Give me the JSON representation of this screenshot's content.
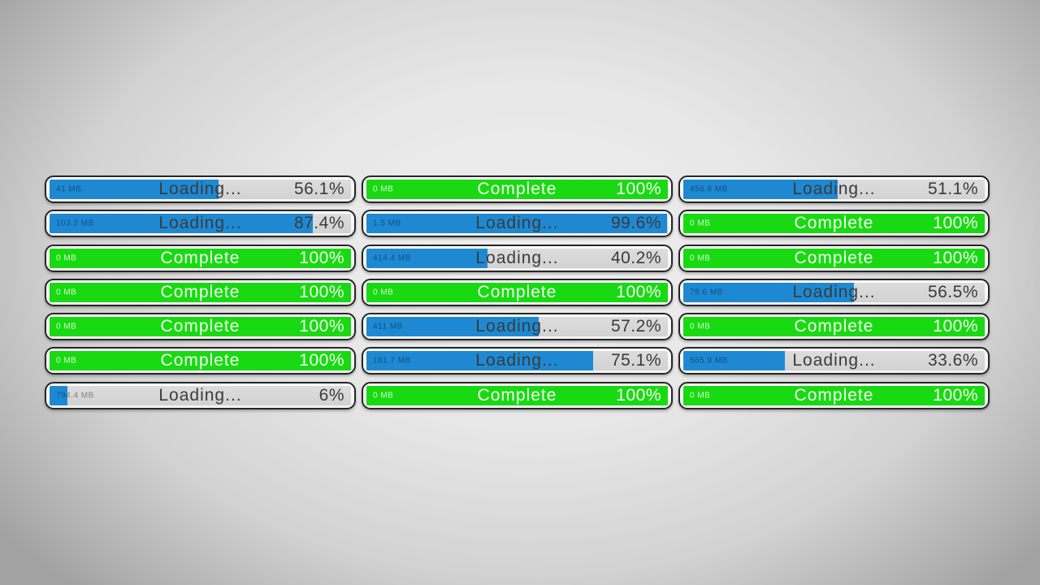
{
  "colors": {
    "loading_fill": "#1e89d2",
    "complete_fill": "#19da12",
    "track": "#d6d6d6",
    "outline": "#262626",
    "loading_text": "#3b3b3b",
    "complete_text": "#f6fff6"
  },
  "columns": [
    {
      "bars": [
        {
          "size": "41 MB",
          "status": "Loading...",
          "percent_text": "56.1%",
          "percent": 56.1,
          "state": "loading"
        },
        {
          "size": "103.2 MB",
          "status": "Loading...",
          "percent_text": "87.4%",
          "percent": 87.4,
          "state": "loading"
        },
        {
          "size": "0 MB",
          "status": "Complete",
          "percent_text": "100%",
          "percent": 100,
          "state": "complete"
        },
        {
          "size": "0 MB",
          "status": "Complete",
          "percent_text": "100%",
          "percent": 100,
          "state": "complete"
        },
        {
          "size": "0 MB",
          "status": "Complete",
          "percent_text": "100%",
          "percent": 100,
          "state": "complete"
        },
        {
          "size": "0 MB",
          "status": "Complete",
          "percent_text": "100%",
          "percent": 100,
          "state": "complete"
        },
        {
          "size": "794.4 MB",
          "status": "Loading...",
          "percent_text": "6%",
          "percent": 6,
          "state": "loading"
        }
      ]
    },
    {
      "bars": [
        {
          "size": "0 MB",
          "status": "Complete",
          "percent_text": "100%",
          "percent": 100,
          "state": "complete"
        },
        {
          "size": "1.5 MB",
          "status": "Loading...",
          "percent_text": "99.6%",
          "percent": 99.6,
          "state": "loading"
        },
        {
          "size": "414.4 MB",
          "status": "Loading...",
          "percent_text": "40.2%",
          "percent": 40.2,
          "state": "loading"
        },
        {
          "size": "0 MB",
          "status": "Complete",
          "percent_text": "100%",
          "percent": 100,
          "state": "complete"
        },
        {
          "size": "411 MB",
          "status": "Loading...",
          "percent_text": "57.2%",
          "percent": 57.2,
          "state": "loading"
        },
        {
          "size": "181.7 MB",
          "status": "Loading...",
          "percent_text": "75.1%",
          "percent": 75.1,
          "state": "loading"
        },
        {
          "size": "0 MB",
          "status": "Complete",
          "percent_text": "100%",
          "percent": 100,
          "state": "complete"
        }
      ]
    },
    {
      "bars": [
        {
          "size": "456.6 MB",
          "status": "Loading...",
          "percent_text": "51.1%",
          "percent": 51.1,
          "state": "loading"
        },
        {
          "size": "0 MB",
          "status": "Complete",
          "percent_text": "100%",
          "percent": 100,
          "state": "complete"
        },
        {
          "size": "0 MB",
          "status": "Complete",
          "percent_text": "100%",
          "percent": 100,
          "state": "complete"
        },
        {
          "size": "79.6 MB",
          "status": "Loading...",
          "percent_text": "56.5%",
          "percent": 56.5,
          "state": "loading"
        },
        {
          "size": "0 MB",
          "status": "Complete",
          "percent_text": "100%",
          "percent": 100,
          "state": "complete"
        },
        {
          "size": "565.9 MB",
          "status": "Loading...",
          "percent_text": "33.6%",
          "percent": 33.6,
          "state": "loading"
        },
        {
          "size": "0 MB",
          "status": "Complete",
          "percent_text": "100%",
          "percent": 100,
          "state": "complete"
        }
      ]
    }
  ]
}
